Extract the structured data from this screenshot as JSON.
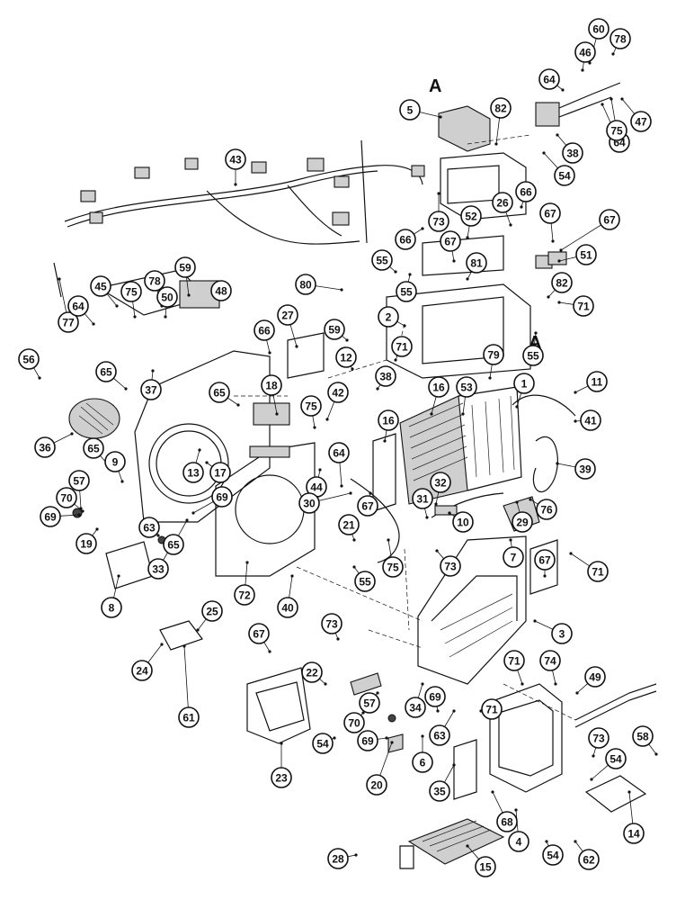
{
  "section_markers": [
    "A",
    "A"
  ],
  "callouts": [
    "60",
    "46",
    "78",
    "64",
    "5",
    "82",
    "38",
    "64",
    "75",
    "47",
    "54",
    "43",
    "26",
    "66",
    "67",
    "67",
    "73",
    "52",
    "66",
    "67",
    "51",
    "81",
    "55",
    "55",
    "80",
    "82",
    "71",
    "2",
    "55",
    "77",
    "45",
    "75",
    "78",
    "50",
    "59",
    "48",
    "64",
    "66",
    "27",
    "59",
    "71",
    "12",
    "79",
    "1",
    "11",
    "56",
    "65",
    "37",
    "65",
    "18",
    "38",
    "42",
    "75",
    "16",
    "53",
    "41",
    "16",
    "39",
    "36",
    "65",
    "9",
    "13",
    "17",
    "44",
    "64",
    "32",
    "31",
    "57",
    "70",
    "69",
    "19",
    "69",
    "65",
    "63",
    "33",
    "30",
    "67",
    "21",
    "76",
    "29",
    "10",
    "7",
    "8",
    "72",
    "40",
    "75",
    "55",
    "73",
    "71",
    "25",
    "24",
    "61",
    "67",
    "73",
    "67",
    "3",
    "22",
    "71",
    "74",
    "49",
    "34",
    "57",
    "69",
    "70",
    "71",
    "63",
    "54",
    "69",
    "73",
    "54",
    "58",
    "23",
    "6",
    "20",
    "35",
    "68",
    "4",
    "14",
    "28",
    "15",
    "54",
    "62"
  ]
}
